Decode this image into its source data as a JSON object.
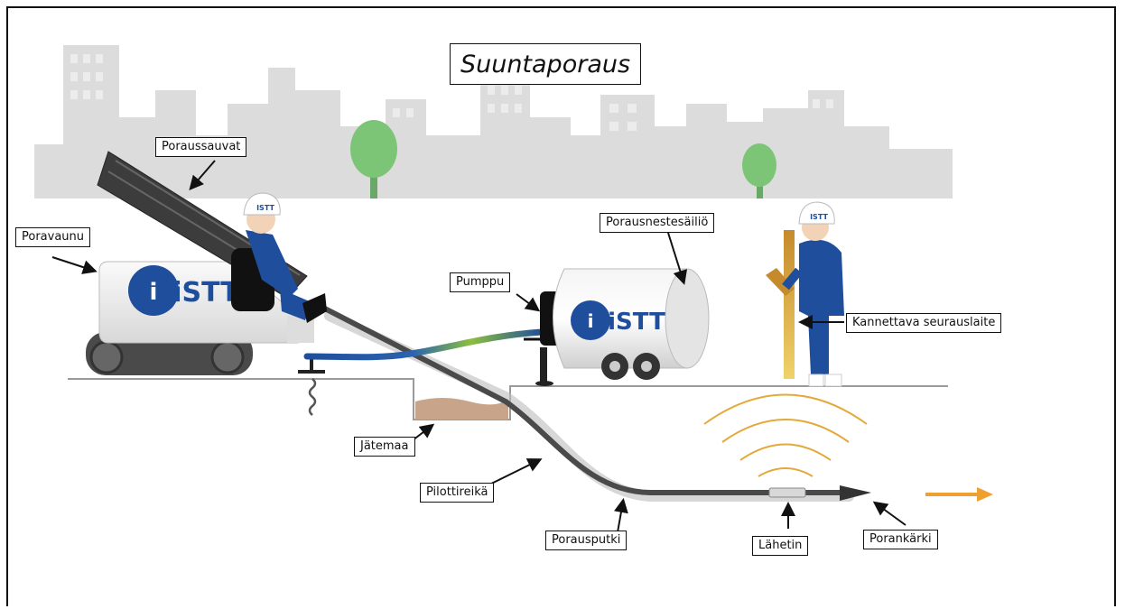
{
  "title": "Suuntaporaus",
  "labels": {
    "poraussauvat": "Poraussauvat",
    "poravaunu": "Poravaunu",
    "porausnestesailio": "Porausnestesäiliö",
    "pumppu": "Pumppu",
    "kannettava": "Kannettava seurauslaite",
    "jatemaa": "Jätemaa",
    "pilottireika": "Pilottireikä",
    "porausputki": "Porausputki",
    "lahetin": "Lähetin",
    "porankarki": "Porankärki"
  },
  "logo_text": "iSTT",
  "helmet_text": "ISTT",
  "colors": {
    "city": "#dcdcdc",
    "brand_blue": "#1f4e9c",
    "ground_line": "#9a9a9a",
    "drill_pipe": "#4a4a4a",
    "signal": "#e3a93a",
    "arrow_orange": "#f0a030",
    "soil": "#c8a58a",
    "tree": "#7cc576"
  }
}
